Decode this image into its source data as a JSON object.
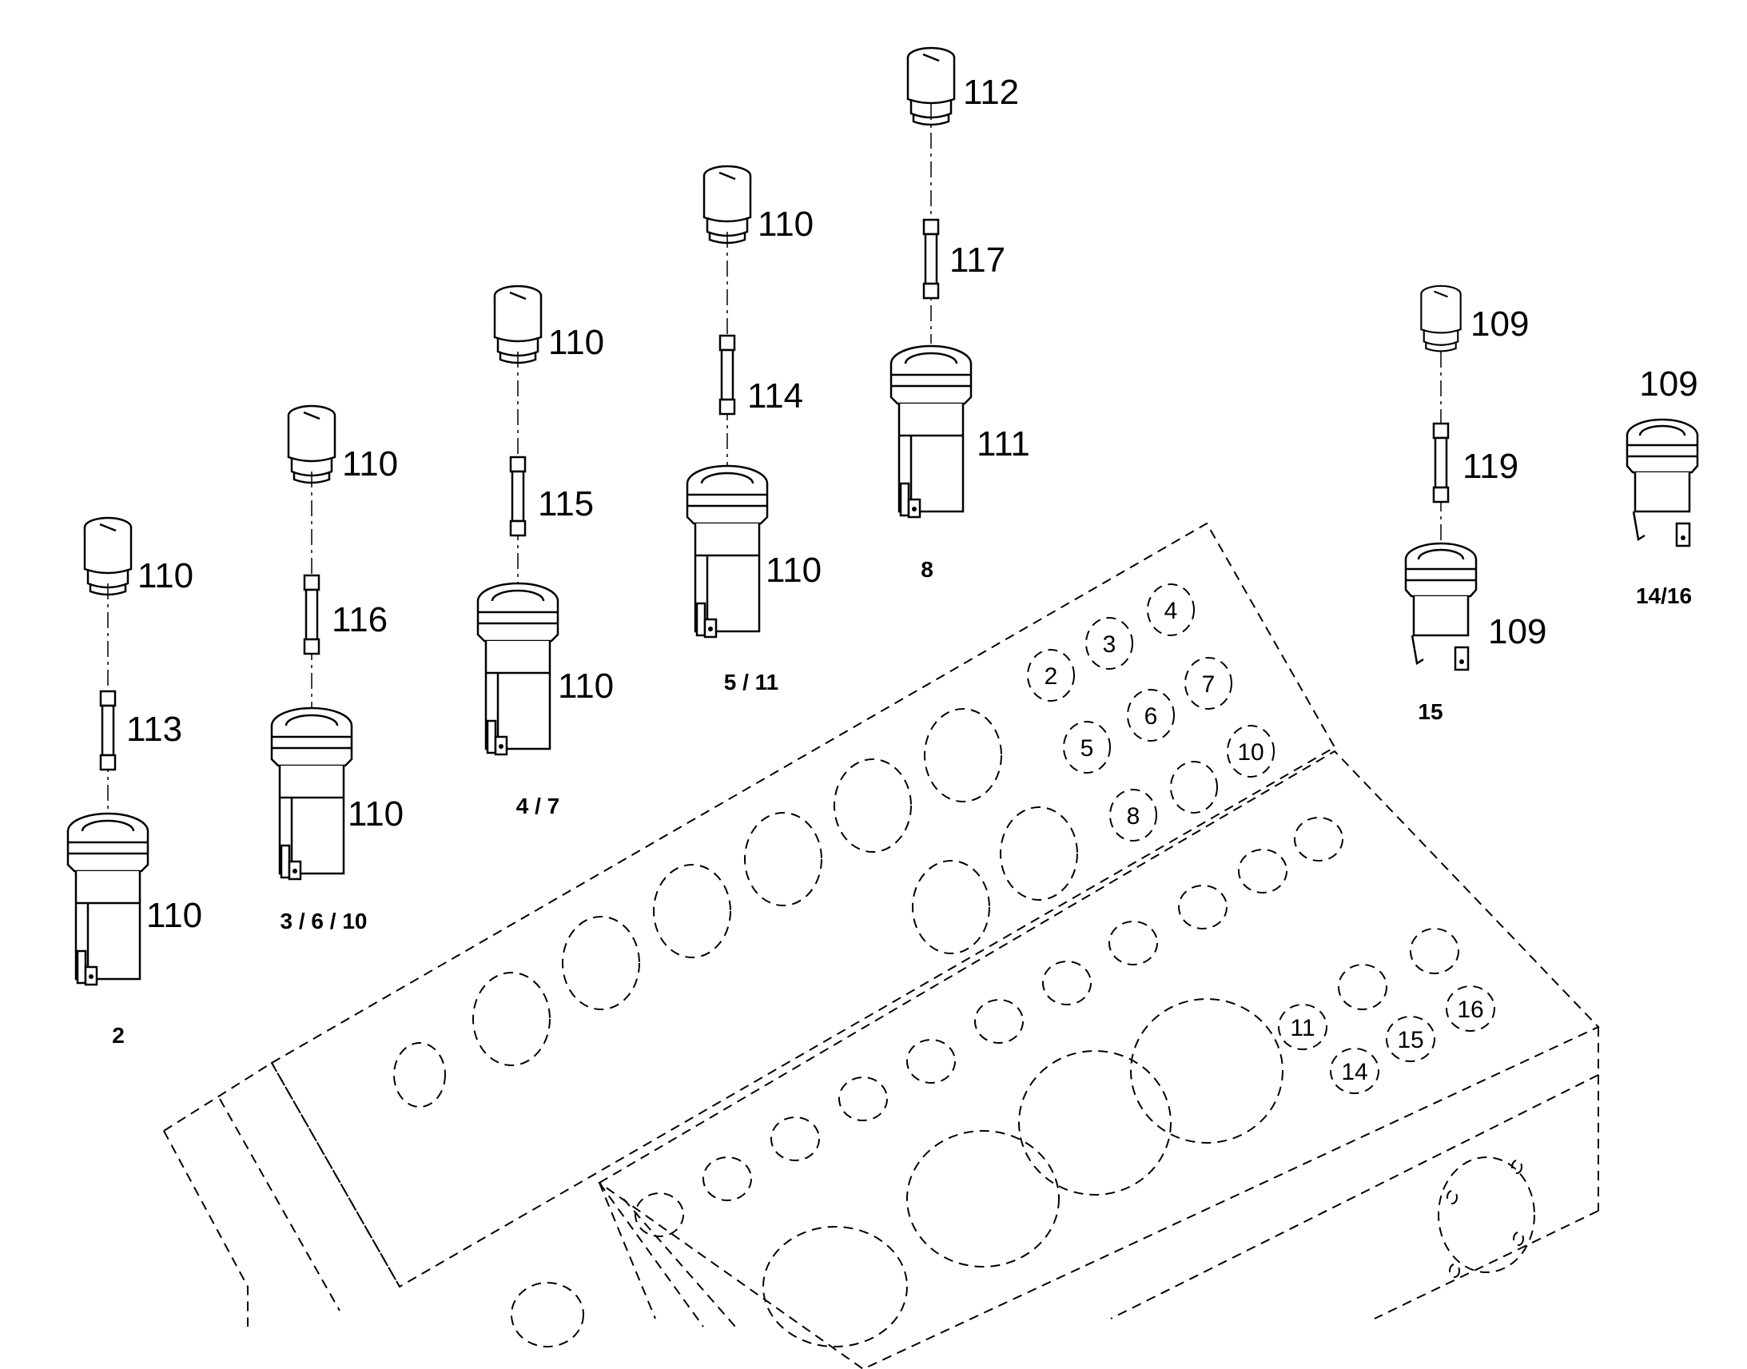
{
  "parts": [
    {
      "cap": "110",
      "fuse": "113",
      "holder": "110",
      "position": "2"
    },
    {
      "cap": "110",
      "fuse": "116",
      "holder": "110",
      "position": "3 / 6 / 10"
    },
    {
      "cap": "110",
      "fuse": "115",
      "holder": "110",
      "position": "4 / 7"
    },
    {
      "cap": "110",
      "fuse": "114",
      "holder": "110",
      "position": "5 / 11"
    },
    {
      "cap": "112",
      "fuse": "117",
      "holder": "111",
      "position": "8"
    },
    {
      "cap": "109",
      "fuse": "119",
      "holder": "109",
      "position": "15"
    },
    {
      "assembly": "109",
      "position": "14/16"
    }
  ],
  "panel_hole_numbers": [
    "2",
    "3",
    "4",
    "5",
    "6",
    "7",
    "8",
    "10",
    "11",
    "14",
    "15",
    "16"
  ]
}
